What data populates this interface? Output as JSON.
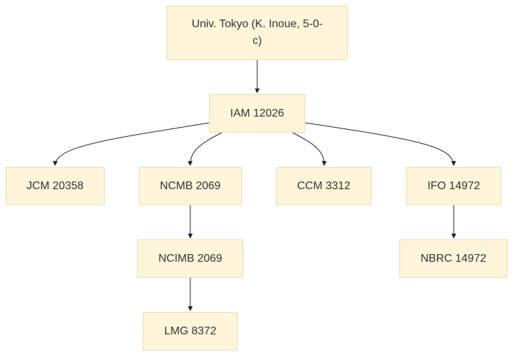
{
  "nodes": {
    "root": "Univ. Tokyo (K. Inoue, 5-0-c)",
    "iam": "IAM 12026",
    "jcm": "JCM 20358",
    "ncmb": "NCMB 2069",
    "ccm": "CCM 3312",
    "ifo": "IFO 14972",
    "ncimb": "NCIMB 2069",
    "nbrc": "NBRC 14972",
    "lmg": "LMG 8372"
  },
  "edges": [
    {
      "from": "root",
      "to": "iam"
    },
    {
      "from": "iam",
      "to": "jcm"
    },
    {
      "from": "iam",
      "to": "ncmb"
    },
    {
      "from": "iam",
      "to": "ccm"
    },
    {
      "from": "iam",
      "to": "ifo"
    },
    {
      "from": "ncmb",
      "to": "ncimb"
    },
    {
      "from": "ifo",
      "to": "nbrc"
    },
    {
      "from": "ncimb",
      "to": "lmg"
    }
  ],
  "colors": {
    "node_fill": "#fff5da",
    "node_border": "#ebdcb2",
    "edge": "#222222",
    "text": "#333333"
  }
}
